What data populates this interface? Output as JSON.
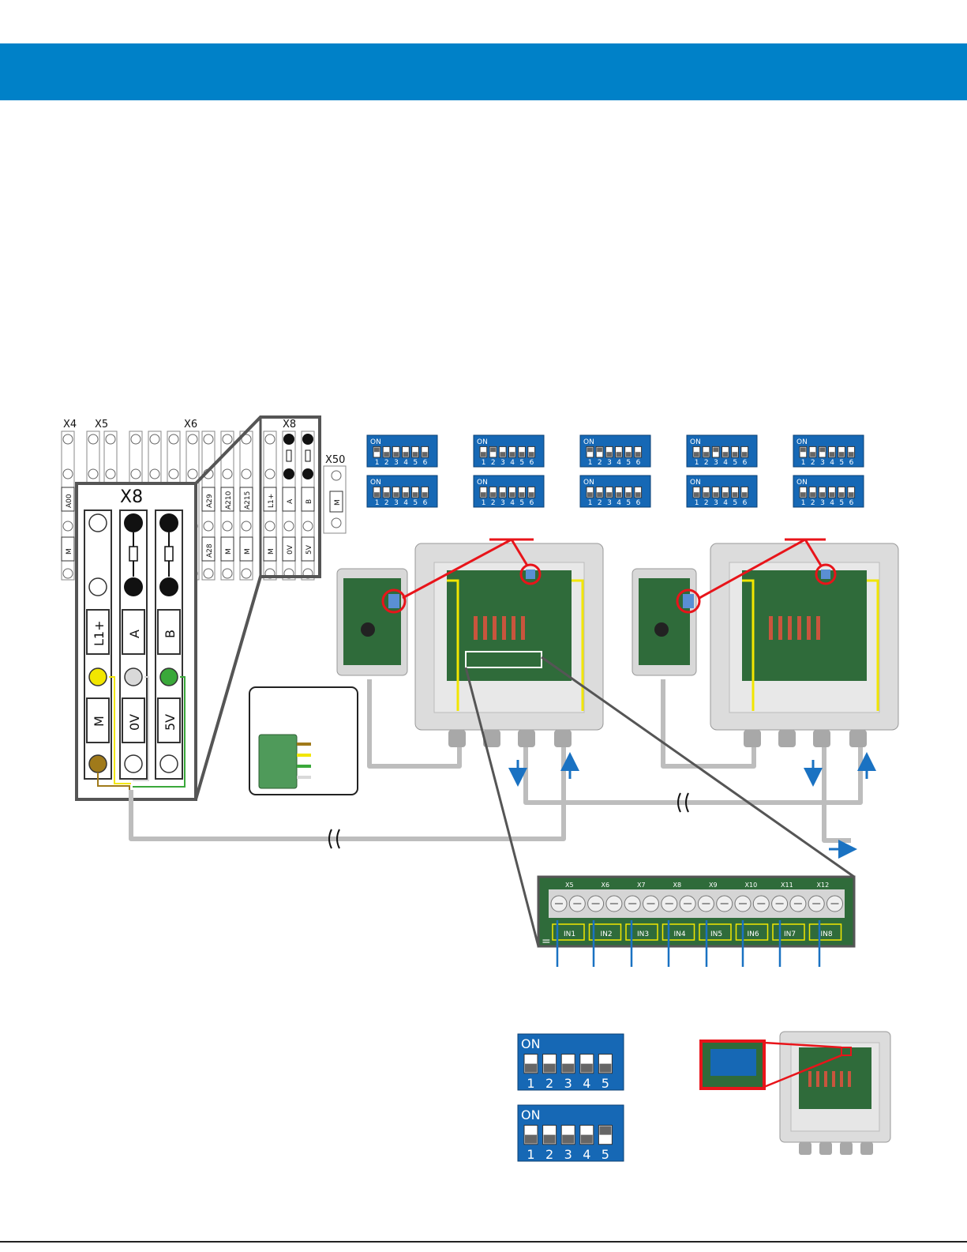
{
  "colors": {
    "header": "#0081c8",
    "dip_bg": "#1668b5",
    "arrow": "#1a72c2",
    "pcb": "#2f6b3a",
    "callout": "#e8141a",
    "wire_brown": "#a07a1a",
    "wire_yellow": "#f2e600",
    "wire_white": "#d9d9d9",
    "wire_green": "#3aa83a"
  },
  "terminals": {
    "top_labels": [
      "X4",
      "X5",
      "X6",
      "X8",
      "X50"
    ],
    "strip_labels": [
      "A00",
      "M",
      "A29",
      "A28",
      "A210",
      "M",
      "A215",
      "M",
      "L1+",
      "M",
      "A",
      "0V",
      "B",
      "5V",
      "M"
    ]
  },
  "x8_zoom": {
    "title": "X8",
    "labels": [
      "L1+",
      "A",
      "B",
      "M",
      "0V",
      "5V"
    ]
  },
  "dip_text": {
    "on": "ON",
    "numbers6": [
      "1",
      "2",
      "3",
      "4",
      "5",
      "6"
    ],
    "numbers5": [
      "1",
      "2",
      "3",
      "4",
      "5"
    ]
  },
  "dip_top_rows": [
    [
      [
        1,
        0,
        0,
        0,
        0,
        0
      ],
      [
        0,
        1,
        0,
        0,
        0,
        0
      ],
      [
        1,
        1,
        0,
        0,
        0,
        0
      ],
      [
        0,
        0,
        1,
        0,
        0,
        0
      ],
      [
        1,
        0,
        1,
        0,
        0,
        0
      ]
    ],
    [
      [
        0,
        0,
        0,
        0,
        0,
        0
      ],
      [
        0,
        0,
        0,
        0,
        0,
        0
      ],
      [
        0,
        0,
        0,
        0,
        0,
        0
      ],
      [
        0,
        0,
        0,
        0,
        0,
        0
      ],
      [
        0,
        0,
        0,
        0,
        0,
        0
      ]
    ]
  ],
  "dip_bottom": [
    [
      0,
      0,
      0,
      0,
      0
    ],
    [
      0,
      0,
      0,
      0,
      1
    ]
  ],
  "terminal_strip": {
    "connectors": [
      "X5",
      "X6",
      "X7",
      "X8",
      "X9",
      "X10",
      "X11",
      "X12"
    ],
    "inputs": [
      "IN1",
      "IN2",
      "IN3",
      "IN4",
      "IN5",
      "IN6",
      "IN7",
      "IN8"
    ]
  }
}
